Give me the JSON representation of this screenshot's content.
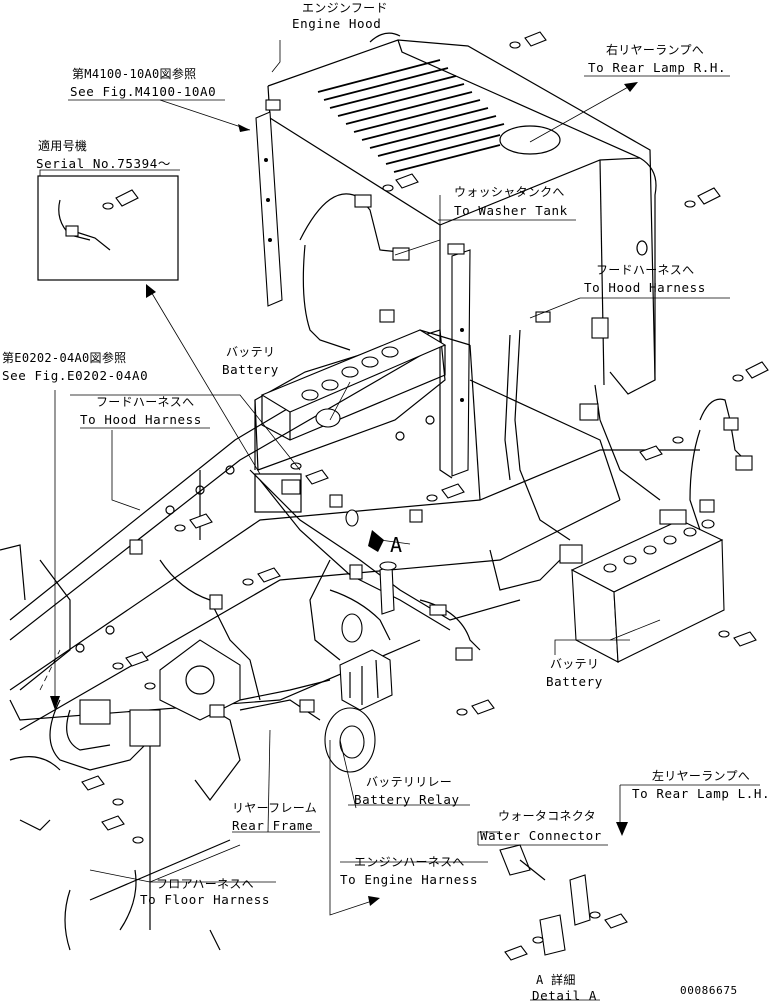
{
  "labels": {
    "engine_hood_ja": "エンジンフード",
    "engine_hood_en": "Engine Hood",
    "see_fig_m4100_ja": "第M4100-10A0図参照",
    "see_fig_m4100_en": "See Fig.M4100-10A0",
    "serial_ja": "適用号機",
    "serial_en": "Serial No.75394～",
    "rear_lamp_rh_ja": "右リヤーランプへ",
    "rear_lamp_rh_en": "To Rear Lamp R.H.",
    "washer_tank_ja": "ウォッシャタンクへ",
    "washer_tank_en": "To Washer Tank",
    "hood_harness_right_ja": "フードハーネスへ",
    "hood_harness_right_en": "To Hood Harness",
    "see_fig_e0202_ja": "第E0202-04A0図参照",
    "see_fig_e0202_en": "See Fig.E0202-04A0",
    "battery_top_ja": "バッテリ",
    "battery_top_en": "Battery",
    "hood_harness_left_ja": "フードハーネスへ",
    "hood_harness_left_en": "To Hood Harness",
    "detail_marker": "A",
    "battery_right_ja": "バッテリ",
    "battery_right_en": "Battery",
    "battery_relay_ja": "バッテリリレー",
    "battery_relay_en": "Battery Relay",
    "rear_lamp_lh_ja": "左リヤーランプへ",
    "rear_lamp_lh_en": "To Rear Lamp L.H.",
    "rear_frame_ja": "リヤーフレーム",
    "rear_frame_en": "Rear Frame",
    "water_connector_ja": "ウォータコネクタ",
    "water_connector_en": "Water Connector",
    "engine_harness_ja": "エンジンハーネスへ",
    "engine_harness_en": "To Engine Harness",
    "floor_harness_ja": "フロアハーネスへ",
    "floor_harness_en": "To Floor Harness",
    "detail_a_ja": "A 詳細",
    "detail_a_en": "Detail A",
    "drawing_number": "00086675"
  }
}
